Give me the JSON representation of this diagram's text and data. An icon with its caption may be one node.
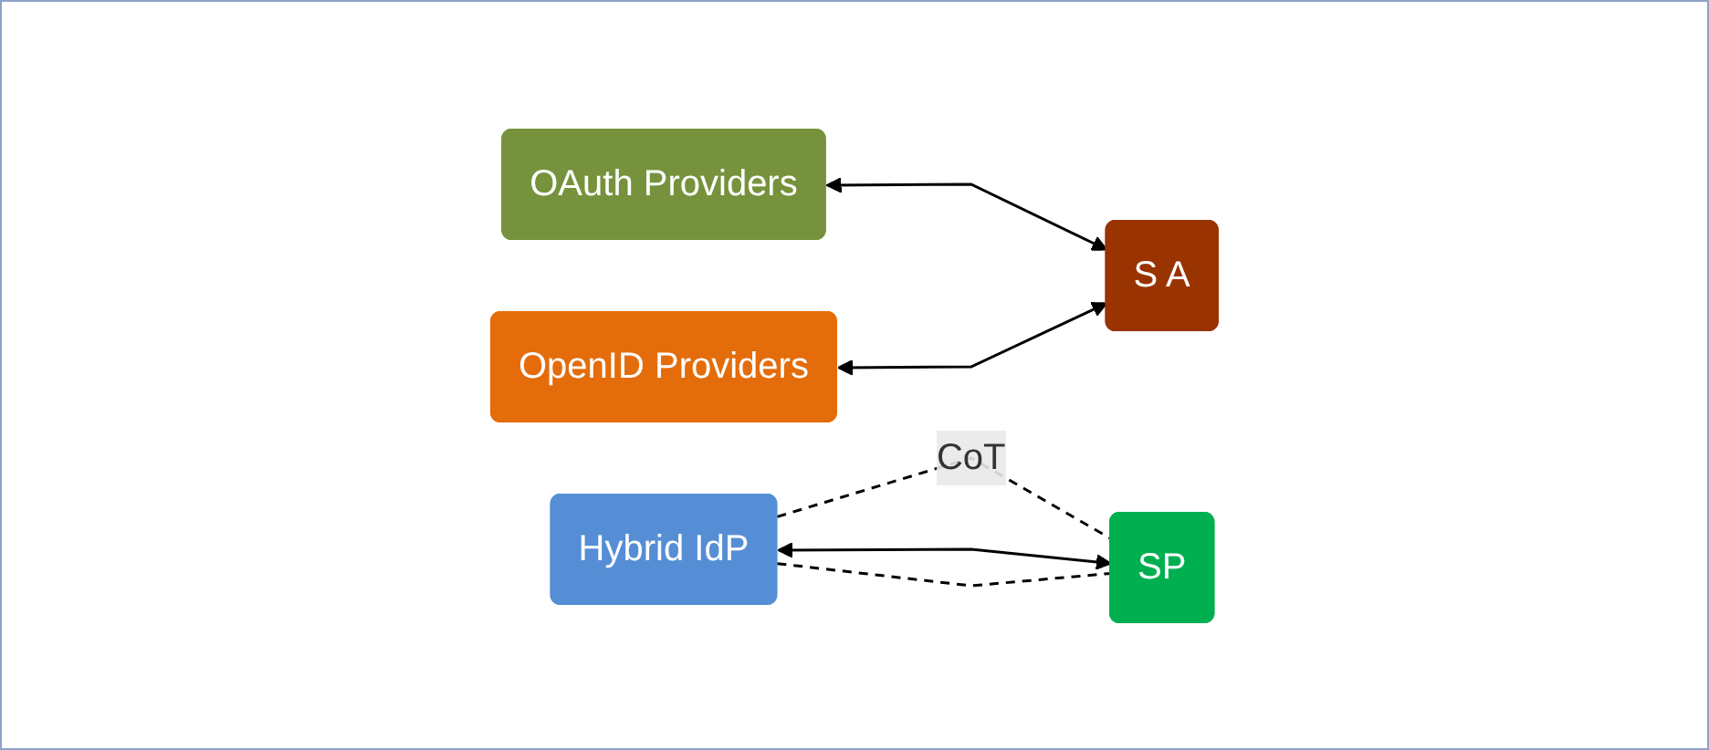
{
  "diagram": {
    "nodes": [
      {
        "text": [
          "OAuth Providers"
        ]
      },
      {
        "text": [
          "OpenID Providers"
        ]
      },
      {
        "text": [
          "S A"
        ]
      },
      {
        "text": [
          "Hybrid IdP"
        ]
      },
      {
        "text": [
          "SP"
        ]
      }
    ],
    "edges": [
      {
        "from": 0,
        "to": 2,
        "arrow": "both"
      },
      {
        "from": 1,
        "to": 2,
        "arrow": "both"
      },
      {
        "from": 3,
        "to": 4,
        "arrow": "none",
        "style": "dashed",
        "label": "CoT"
      },
      {
        "from": 3,
        "to": 4,
        "arrow": "both"
      },
      {
        "from": 3,
        "to": 4,
        "arrow": "none",
        "style": "dashed"
      }
    ]
  }
}
